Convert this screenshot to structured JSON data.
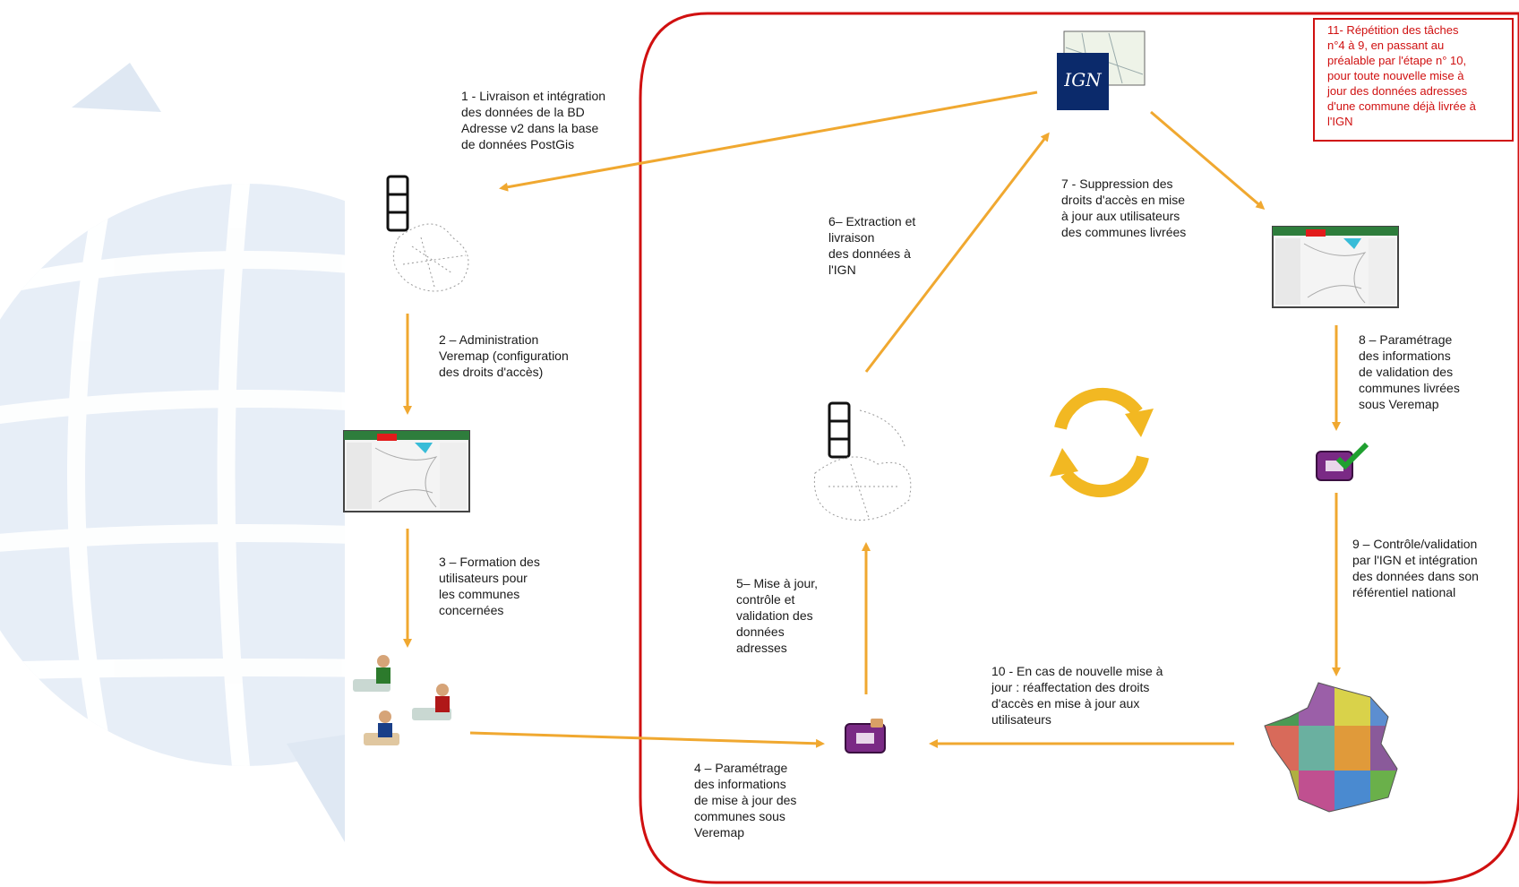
{
  "colors": {
    "arrow": "#f0a830",
    "frame": "#d01010",
    "cycle": "#f2b822",
    "globe": "#dfe8f3",
    "form_icon": "#7a2a85",
    "check": "#1fa030"
  },
  "steps": {
    "s1": "1 - Livraison et intégration\ndes données de la BD\nAdresse v2 dans la base\nde données PostGis",
    "s2": "2 – Administration\nVeremap (configuration\ndes droits d'accès)",
    "s3": "3 – Formation des\nutilisateurs pour\nles communes\nconcernées",
    "s4": "4 – Paramétrage\ndes informations\nde mise à jour des\ncommunes sous\nVeremap",
    "s5": "5– Mise à jour,\ncontrôle et\nvalidation des\ndonnées\nadresses",
    "s6": "6– Extraction et\nlivraison\ndes données à\nl'IGN",
    "s7": "7 - Suppression des\ndroits d'accès en mise\nà jour aux utilisateurs\ndes communes livrées",
    "s8": "8 – Paramétrage\ndes informations\nde validation des\ncommunes livrées\nsous Veremap",
    "s9": "9 – Contrôle/validation\npar l'IGN et intégration\ndes données dans son\nréférentiel national",
    "s10": "10 - En cas de nouvelle mise à\njour : réaffectation des droits\nd'accès en mise à jour aux\nutilisateurs",
    "s11": "11- Répétition des tâches\nn°4 à 9, en passant au\npréalable par l'étape n° 10,\npour toute nouvelle mise à\njour des données adresses\nd'une commune déjà livrée à\nl'IGN"
  },
  "icons": {
    "ign_logo": "IGN",
    "server_map_left": "server-map-icon",
    "server_map_center": "server-map-icon",
    "screen_left": "veremap-screenshot",
    "screen_right": "veremap-screenshot",
    "users": "users-at-computers-icon",
    "form_center": "form-icon",
    "form_right": "form-check-icon",
    "france": "france-map-icon",
    "cycle": "cycle-arrows-icon"
  }
}
